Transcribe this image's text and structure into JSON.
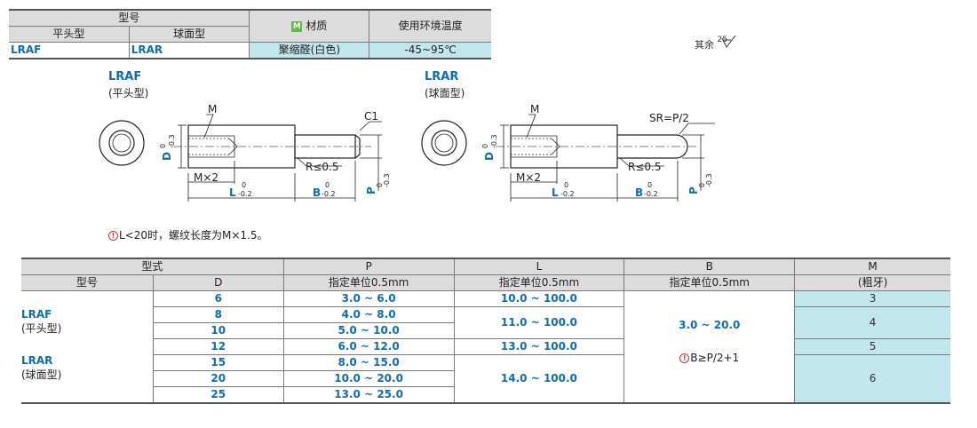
{
  "material_table": {
    "header": {
      "model_group": "型号",
      "model_flat": "平头型",
      "model_ball": "球面型",
      "material": "材质",
      "material_icon_letter": "M",
      "temp": "使用环境温度"
    },
    "row": {
      "flat_code": "LRAF",
      "ball_code": "LRAR",
      "material": "聚缩醛(白色)",
      "temp": "-45~95℃"
    }
  },
  "surface_note": {
    "text": "其余",
    "value": "25"
  },
  "drawing_flat": {
    "title": "LRAF",
    "subtitle": "(平头型)"
  },
  "drawing_ball": {
    "title": "LRAR",
    "subtitle": "(球面型)"
  },
  "dim_labels": {
    "m": "M",
    "c1": "C1",
    "sr": "SR=P/2",
    "r": "R≤0.5",
    "mx2": "M×2",
    "d": "D",
    "d_tol_up": "0",
    "d_tol_low": "-0.3",
    "l": "L",
    "l_tol_up": "0",
    "l_tol_low": "-0.2",
    "b": "B",
    "b_tol_up": "0",
    "b_tol_low": "-0.2",
    "p": "P",
    "p_tol_up": "0",
    "p_tol_low": "-0.3"
  },
  "note": {
    "icon": "!",
    "text": "L<20时，螺纹长度为M×1.5。"
  },
  "dim_table": {
    "header": {
      "type_group": "型式",
      "model": "型号",
      "d": "D",
      "p": "P",
      "p_sub": "指定单位0.5mm",
      "l": "L",
      "l_sub": "指定单位0.5mm",
      "b": "B",
      "b_sub": "指定单位0.5mm",
      "m": "M",
      "m_sub": "(粗牙)"
    },
    "types": [
      {
        "code": "LRAF",
        "name": "(平头型)"
      },
      {
        "code": "LRAR",
        "name": "(球面型)"
      }
    ],
    "rows": [
      {
        "d": "6",
        "p": "3.0 ~   6.0"
      },
      {
        "d": "8",
        "p": "4.0 ~   8.0"
      },
      {
        "d": "10",
        "p": "5.0 ~ 10.0"
      },
      {
        "d": "12",
        "p": "6.0 ~ 12.0"
      },
      {
        "d": "15",
        "p": "8.0 ~ 15.0"
      },
      {
        "d": "20",
        "p": "10.0 ~ 20.0"
      },
      {
        "d": "25",
        "p": "13.0 ~ 25.0"
      }
    ],
    "l_groups": [
      "10.0 ~ 100.0",
      "11.0 ~ 100.0",
      "13.0 ~ 100.0",
      "14.0 ~ 100.0"
    ],
    "b_value": "3.0 ~ 20.0",
    "b_note_icon": "!",
    "b_note": "B≥P/2+1",
    "m_groups": [
      "3",
      "4",
      "5",
      "6"
    ]
  }
}
